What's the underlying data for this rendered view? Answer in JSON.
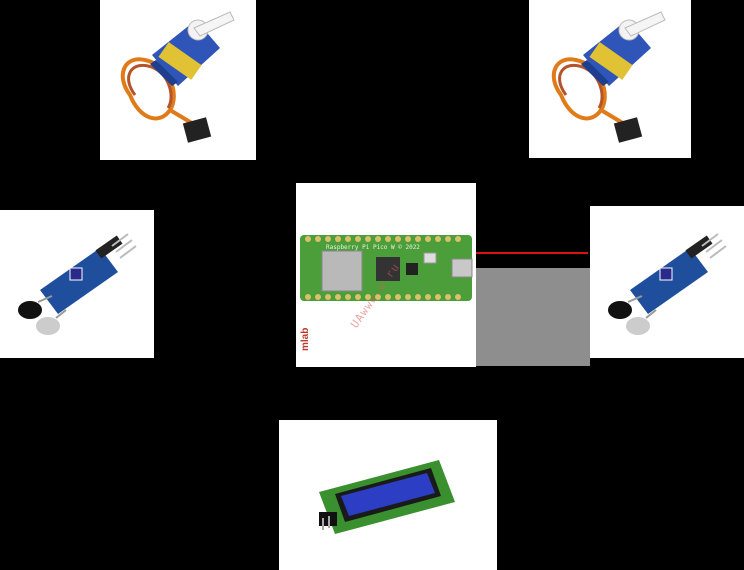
{
  "board": {
    "silkscreen": "Raspberry Pi Pico W © 2022",
    "watermark": "UAwww.w.ru",
    "vendor_logo": "mlab"
  },
  "components": [
    {
      "id": "servo-top-left",
      "kind": "servo-icon"
    },
    {
      "id": "servo-top-right",
      "kind": "servo-icon"
    },
    {
      "id": "ir-sensor-left",
      "kind": "ir-sensor-icon"
    },
    {
      "id": "ir-sensor-right",
      "kind": "ir-sensor-icon"
    },
    {
      "id": "pico-board",
      "kind": "microcontroller-icon"
    },
    {
      "id": "lcd-display",
      "kind": "lcd-icon"
    }
  ],
  "colors": {
    "background": "#000000",
    "panel": "#ffffff",
    "servo_body": "#2f55b8",
    "pcb_green": "#4c9e3a",
    "sensor_pcb": "#1f4f9c",
    "lcd_screen": "#2b3ec4",
    "lcd_pcb": "#3a8f2e",
    "wire_red": "#d11",
    "wire_gray": "#8e8e8e"
  }
}
